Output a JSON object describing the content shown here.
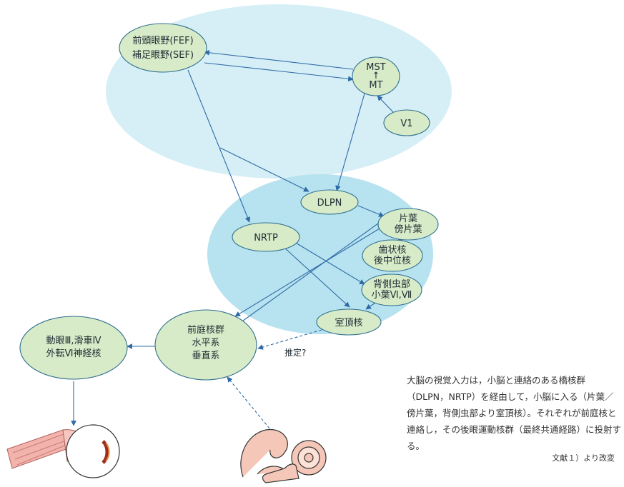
{
  "colors": {
    "cortex_region": "#d6eff6",
    "cerebellum_region": "#b7e2ef",
    "node_fill": "#d8ebc8",
    "node_stroke": "#2f6f8f",
    "arrow": "#2d6aa6"
  },
  "nodes": {
    "fef_sef": {
      "lines": [
        "前頭眼野(FEF)",
        "補足眼野(SEF)"
      ]
    },
    "mst_mt": {
      "lines": [
        "MST",
        "↑",
        "MT"
      ]
    },
    "v1": {
      "lines": [
        "V1"
      ]
    },
    "dlpn": {
      "lines": [
        "DLPN"
      ]
    },
    "nrtp": {
      "lines": [
        "NRTP"
      ]
    },
    "flocculus": {
      "lines": [
        "片葉",
        "傍片葉"
      ]
    },
    "dentate": {
      "lines": [
        "歯状核",
        "後中位核"
      ]
    },
    "vermis": {
      "lines": [
        "背側虫部",
        "小葉Ⅵ,Ⅶ"
      ]
    },
    "fastigial": {
      "lines": [
        "室頂核"
      ]
    },
    "vestibular": {
      "lines": [
        "前庭核群",
        "水平系",
        "垂直系"
      ]
    },
    "oculomotor": {
      "lines": [
        "動眼Ⅲ,滑車Ⅳ",
        "外転Ⅵ神経核"
      ]
    }
  },
  "edge_labels": {
    "inferred": "推定?"
  },
  "icons": {
    "eye": "eye-icon",
    "inner_ear": "inner-ear-icon"
  },
  "caption": "大脳の視覚入力は，小脳と連絡のある橋核群（DLPN，NRTP）を経由して，小脳に入る（片葉／傍片葉，背側虫部より室頂核）。それぞれが前庭核と連絡し，その後眼運動核群（最終共通経路）に投射する。",
  "credit": "文献１）より改変"
}
